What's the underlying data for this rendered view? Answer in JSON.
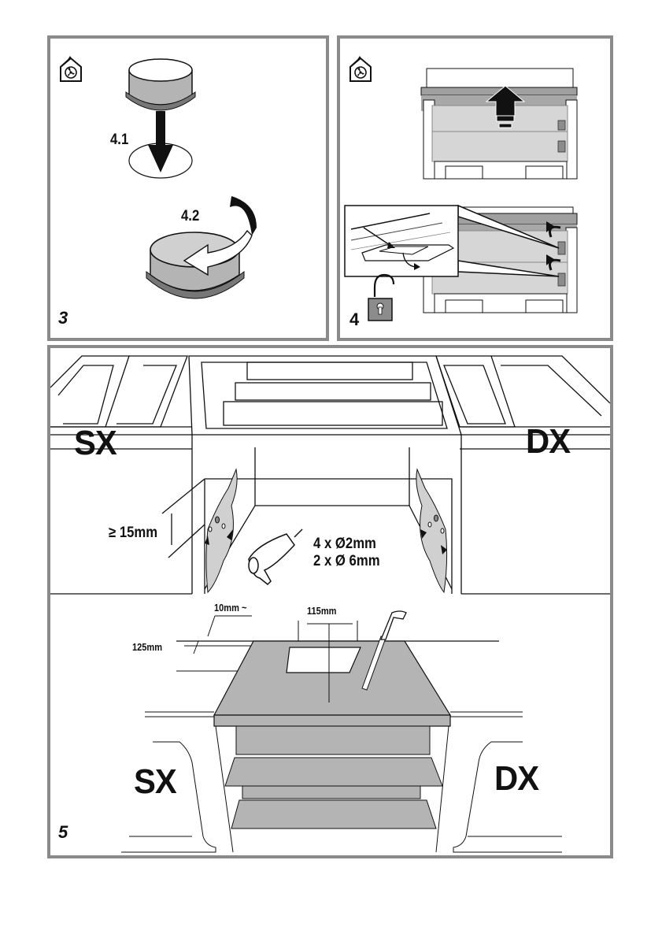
{
  "page": {
    "background": "#ffffff",
    "panel_border_color": "#8a8a8a",
    "fill_gray": "#b4b4b4",
    "fill_light_gray": "#d6d6d6",
    "fill_dark_gray": "#8c8c8c"
  },
  "panels": {
    "step3": {
      "step_number": "3",
      "icons": [
        "ducted-extraction-house-icon",
        "recirculation-house-icon"
      ],
      "labels": {
        "sub_step_1": "4.1",
        "sub_step_2": "4.2"
      }
    },
    "step4": {
      "step_number": "4",
      "icons": [
        "ducted-extraction-house-icon",
        "recirculation-house-icon",
        "unlock-padlock-icon"
      ]
    },
    "step5": {
      "step_number": "5",
      "top": {
        "left_side_label": "SX",
        "right_side_label": "DX",
        "min_distance_label": "≥ 15mm",
        "drill_spec_line1": "4 x Ø2mm",
        "drill_spec_line2": "2 x Ø 6mm"
      },
      "bottom": {
        "left_side_label": "SX",
        "right_side_label": "DX",
        "offset_label": "10mm ~",
        "cutout_width_label": "115mm",
        "cutout_depth_label": "125mm"
      }
    }
  }
}
